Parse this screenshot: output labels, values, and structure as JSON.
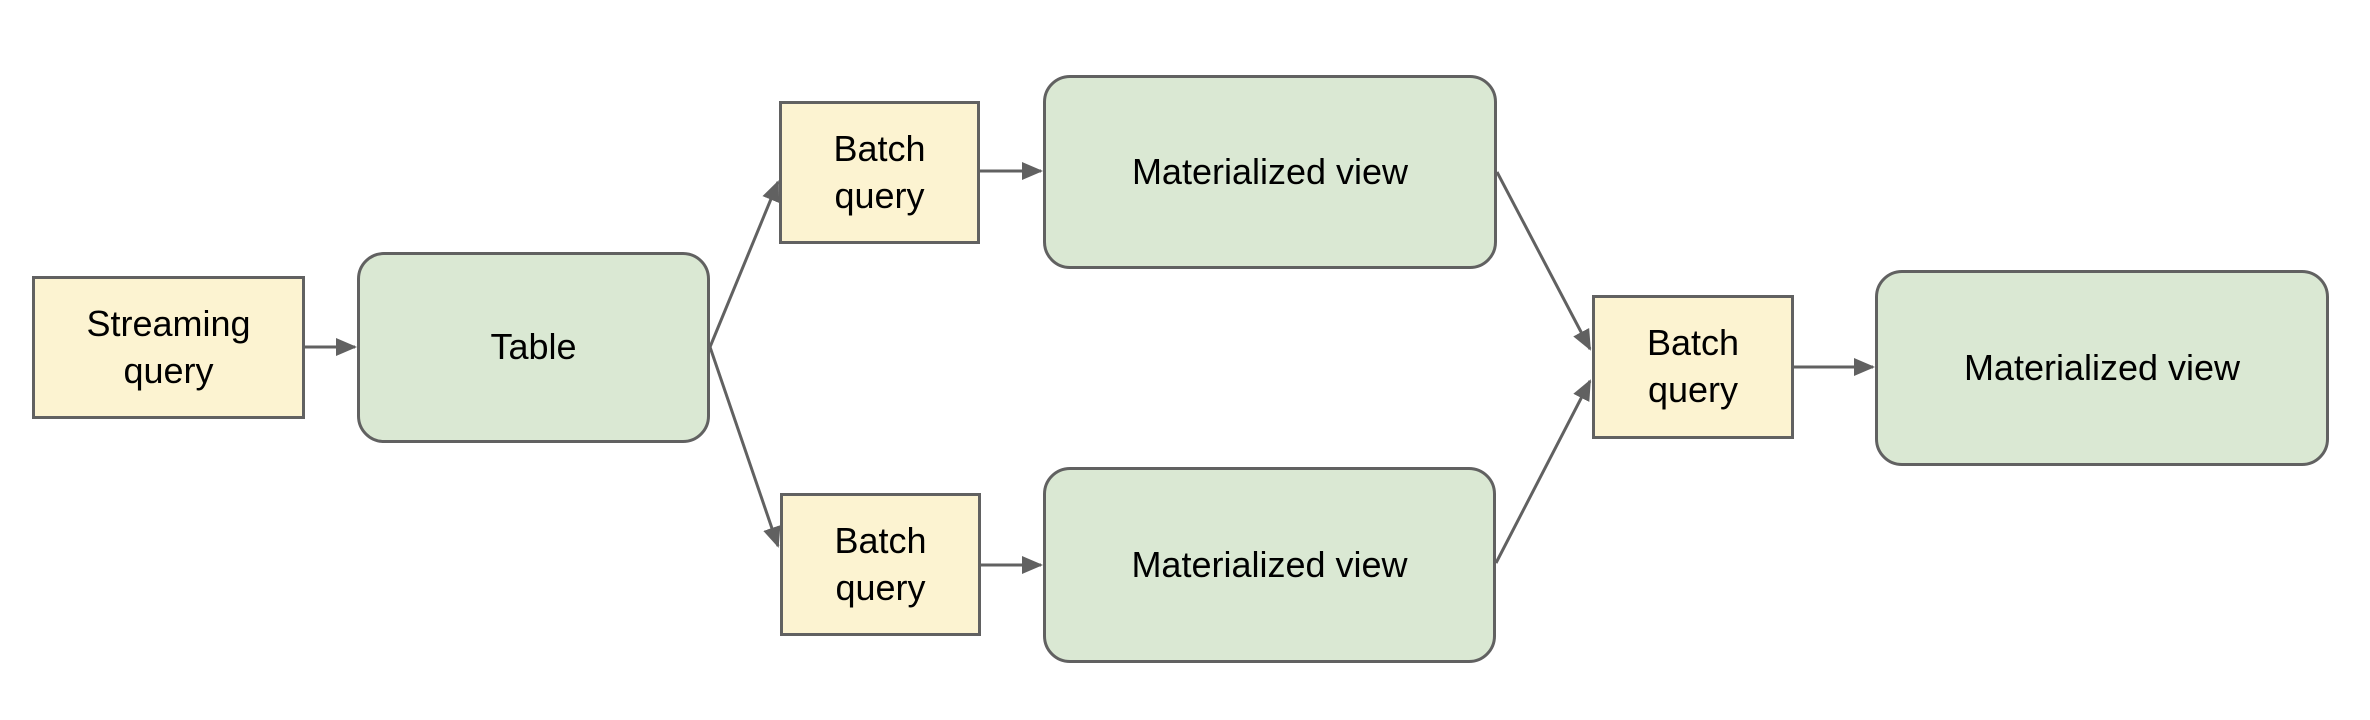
{
  "diagram": {
    "type": "flowchart",
    "colors": {
      "background": "#ffffff",
      "query_fill": "#fcf3d1",
      "entity_fill": "#dae8d3",
      "node_border": "#616161",
      "arrow": "#616161",
      "text": "#000000"
    },
    "nodes": [
      {
        "id": "streaming-query",
        "label": "Streaming query",
        "shape": "rectangle",
        "fill": "#fcf3d1"
      },
      {
        "id": "table",
        "label": "Table",
        "shape": "rounded-rectangle",
        "fill": "#dae8d3"
      },
      {
        "id": "batch-query-top",
        "label": "Batch query",
        "shape": "rectangle",
        "fill": "#fcf3d1"
      },
      {
        "id": "materialized-view-top",
        "label": "Materialized view",
        "shape": "rounded-rectangle",
        "fill": "#dae8d3"
      },
      {
        "id": "batch-query-bottom",
        "label": "Batch query",
        "shape": "rectangle",
        "fill": "#fcf3d1"
      },
      {
        "id": "materialized-view-bottom",
        "label": "Materialized view",
        "shape": "rounded-rectangle",
        "fill": "#dae8d3"
      },
      {
        "id": "batch-query-right",
        "label": "Batch query",
        "shape": "rectangle",
        "fill": "#fcf3d1"
      },
      {
        "id": "materialized-view-final",
        "label": "Materialized view",
        "shape": "rounded-rectangle",
        "fill": "#dae8d3"
      }
    ],
    "edges": [
      {
        "from": "streaming-query",
        "to": "table"
      },
      {
        "from": "table",
        "to": "batch-query-top"
      },
      {
        "from": "table",
        "to": "batch-query-bottom"
      },
      {
        "from": "batch-query-top",
        "to": "materialized-view-top"
      },
      {
        "from": "batch-query-bottom",
        "to": "materialized-view-bottom"
      },
      {
        "from": "materialized-view-top",
        "to": "batch-query-right"
      },
      {
        "from": "materialized-view-bottom",
        "to": "batch-query-right"
      },
      {
        "from": "batch-query-right",
        "to": "materialized-view-final"
      }
    ]
  }
}
